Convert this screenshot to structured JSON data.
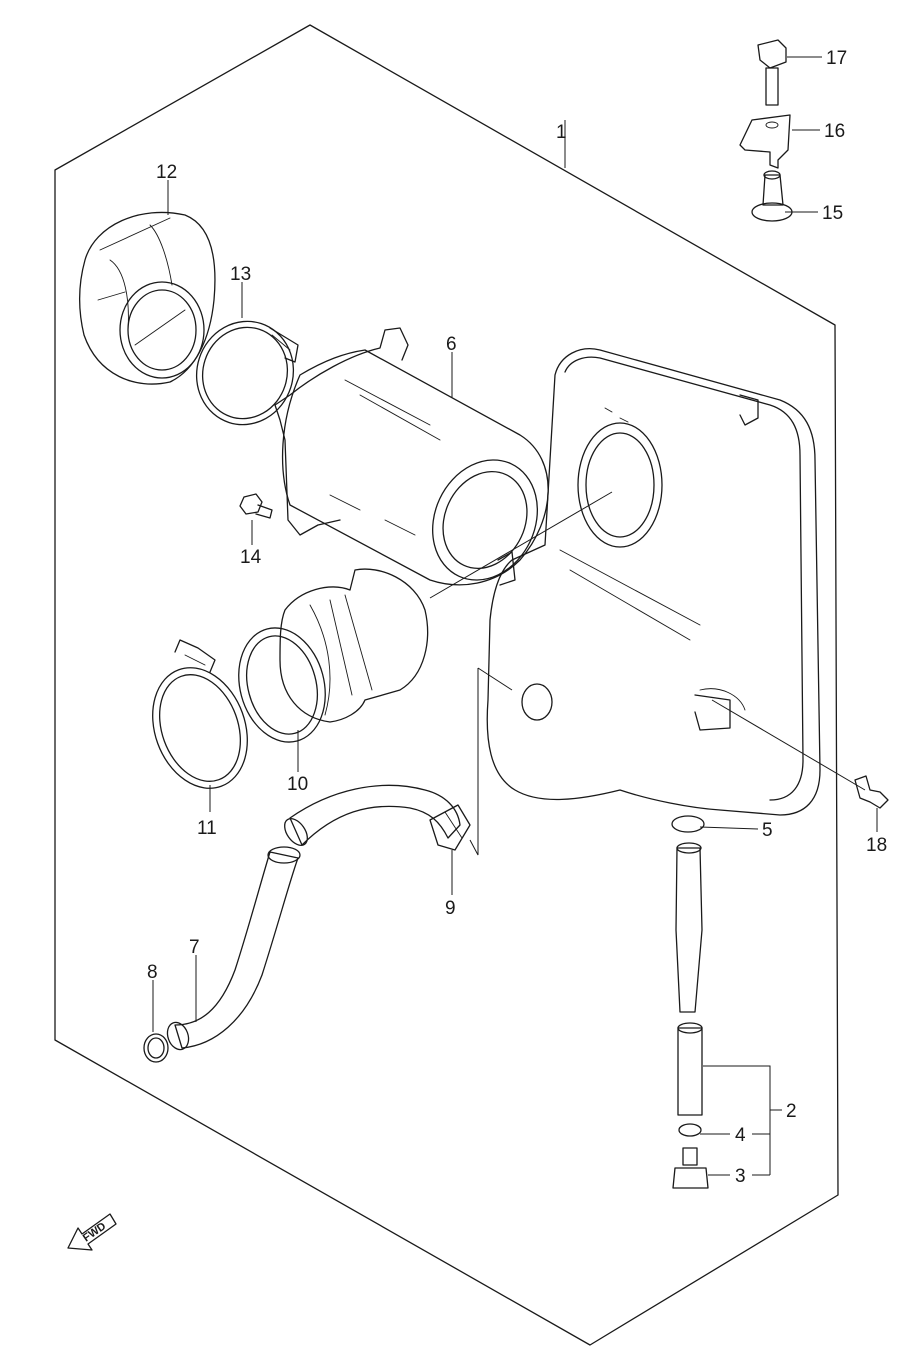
{
  "labels": {
    "p1": "1",
    "p2": "2",
    "p3": "3",
    "p4": "4",
    "p5": "5",
    "p6": "6",
    "p7": "7",
    "p8": "8",
    "p9": "9",
    "p10": "10",
    "p11": "11",
    "p12": "12",
    "p13": "13",
    "p14": "14",
    "p15": "15",
    "p16": "16",
    "p17": "17",
    "p18": "18"
  },
  "fwd": "FWD",
  "icons": {
    "fwd": "fwd-arrow-icon"
  }
}
